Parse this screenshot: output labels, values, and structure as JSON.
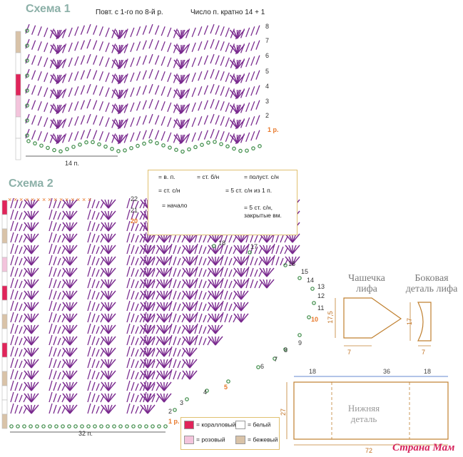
{
  "schema1": {
    "title": "Схема 1",
    "repeat_note": "Повт. с 1-го по 8-й р.",
    "multiple_note": "Число п. кратно 14 + 1",
    "row_numbers": [
      "8",
      "7",
      "6",
      "5",
      "4",
      "3",
      "2"
    ],
    "first_row": "1 р.",
    "width_label": "14 п."
  },
  "schema2": {
    "title": "Схема 2",
    "row_numbers_top": [
      "22",
      "21",
      "20",
      "19",
      "18",
      "17"
    ],
    "row_numbers_right": [
      "16",
      "15",
      "14",
      "13",
      "12",
      "11",
      "10",
      "9",
      "8",
      "7",
      "6",
      "5",
      "4",
      "3",
      "2"
    ],
    "first_row": "1 р.",
    "width_label": "32 п."
  },
  "symbols_legend": {
    "items": [
      {
        "icon": "chain-icon",
        "text": "= в. п."
      },
      {
        "icon": "single-crochet-icon",
        "text": "= ст. б/н"
      },
      {
        "icon": "slip-stitch-icon",
        "text": "= полуст. с/н"
      },
      {
        "icon": "double-crochet-icon",
        "text": "= ст. с/н"
      },
      {
        "icon": "fan-5dc-icon",
        "text": "= 5 ст. с/н из 1 п."
      },
      {
        "icon": "start-icon",
        "text": "= начало"
      },
      {
        "icon": "cluster-5dc-icon",
        "text": "= 5 ст. с/н, закрытые вм."
      }
    ],
    "colors": {
      "purple": "#7a2b8f",
      "green": "#3a8a45",
      "orange": "#e8782a"
    }
  },
  "color_legend": {
    "items": [
      {
        "name": "= коралловый",
        "color": "#e0245a"
      },
      {
        "name": "= белый",
        "color": "#ffffff"
      },
      {
        "name": "= розовый",
        "color": "#f3c4dc"
      },
      {
        "name": "= бежевый",
        "color": "#d9c3a8"
      }
    ]
  },
  "pieces": {
    "cup": {
      "title_line1": "Чашечка",
      "title_line2": "лифа",
      "height": "17,5",
      "width": "7"
    },
    "side": {
      "title_line1": "Боковая",
      "title_line2": "деталь лифа",
      "height": "17",
      "width": "7"
    },
    "bottom": {
      "title_line1": "Нижняя",
      "title_line2": "деталь",
      "top_dims": [
        "18",
        "36",
        "18"
      ],
      "height": "27",
      "width": "72"
    }
  },
  "watermark": "Страна Мам"
}
